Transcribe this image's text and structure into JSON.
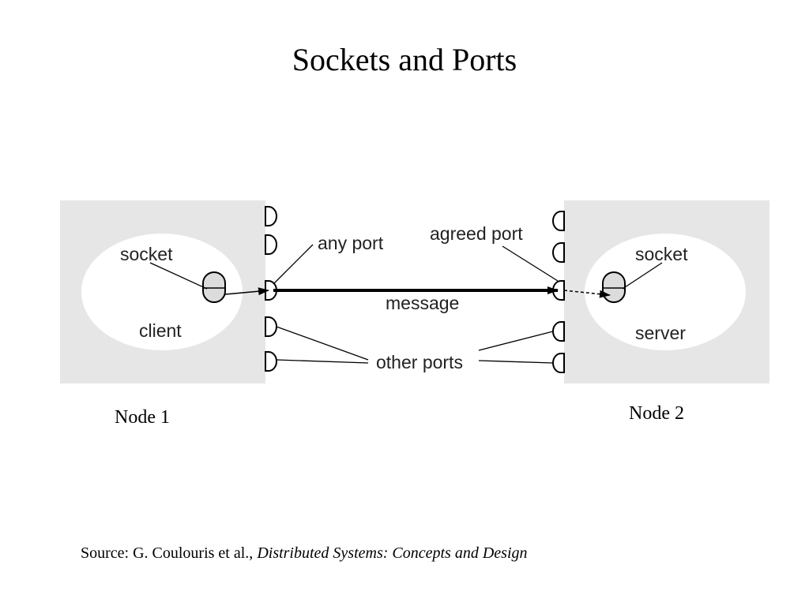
{
  "slide": {
    "title": "Sockets and Ports"
  },
  "diagram": {
    "labels": {
      "socket_left": "socket",
      "client": "client",
      "any_port": "any port",
      "agreed_port": "agreed port",
      "message": "message",
      "other_ports": "other ports",
      "socket_right": "socket",
      "server": "server"
    },
    "node_labels": {
      "node1": "Node 1",
      "node2": "Node 2"
    },
    "colors": {
      "node_box": "#e6e6e6",
      "process_ellipse": "#ffffff",
      "socket_fill": "#dcdcdc",
      "line": "#000000"
    }
  },
  "footer": {
    "source_prefix": "Source: G. Coulouris et al., ",
    "source_book": "Distributed Systems: Concepts and Design"
  }
}
